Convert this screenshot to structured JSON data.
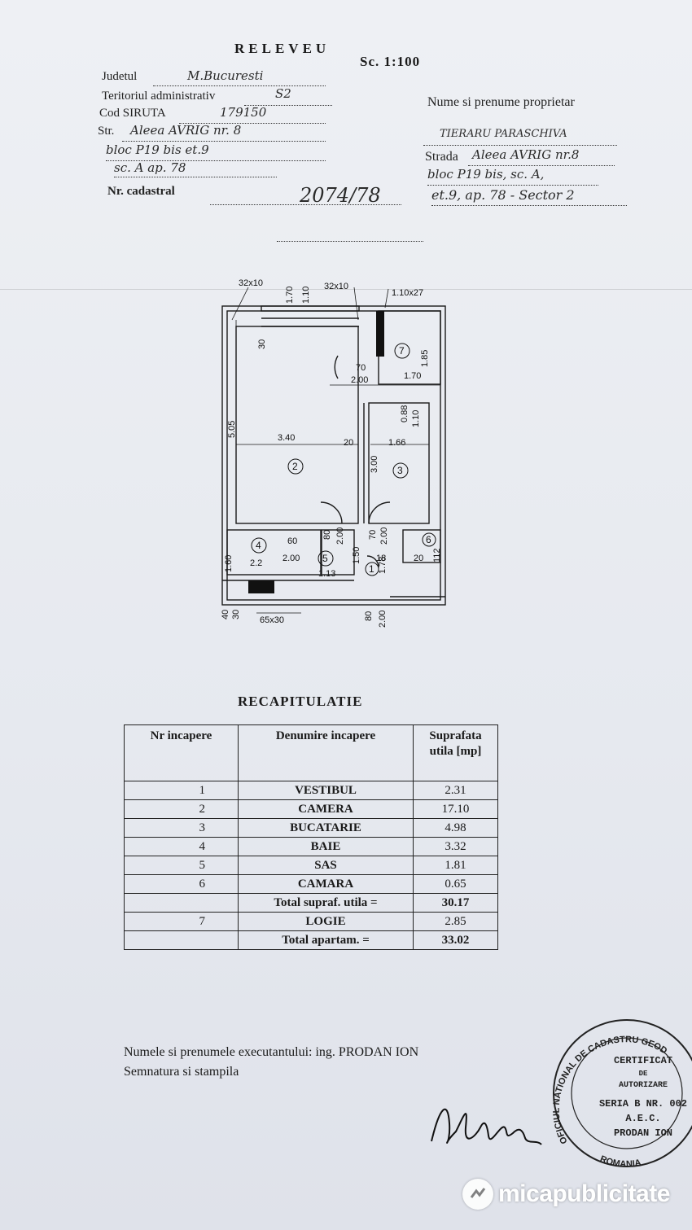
{
  "header": {
    "title": "RELEVEU",
    "scale": "Sc. 1:100"
  },
  "left_fields": [
    {
      "label": "Judetul",
      "value": "M.Bucuresti"
    },
    {
      "label": "Teritoriul administrativ",
      "value": "S2"
    },
    {
      "label": "Cod SIRUTA",
      "value": "179150"
    },
    {
      "label": "Str.",
      "value": "Aleea AVRIG nr. 8"
    },
    {
      "label": "",
      "value": "bloc P19 bis et.9"
    },
    {
      "label": "",
      "value": "sc. A ap. 78"
    },
    {
      "label": "Nr. cadastral",
      "value": "2074/78"
    }
  ],
  "right_fields": {
    "owner_label": "Nume si prenume proprietar",
    "owner_value": "TIERARU PARASCHIVA",
    "street_label": "Strada",
    "street_value": "Aleea AVRIG nr.8",
    "line2": "bloc P19 bis, sc. A,",
    "line3": "et.9, ap. 78 - Sector 2"
  },
  "plan_labels": {
    "d_top_left": "32x10",
    "d_170": "1.70",
    "d_110": "1.10",
    "d_top_mid": "32x10",
    "d_top_right": "1.10x27",
    "d_30": "30",
    "d_505": "5.05",
    "d_70": "70",
    "d_200a": "2.00",
    "d_170b": "1.70",
    "d_185": "1.85",
    "d_088": "0.88",
    "d_110b": "1.10",
    "d_340": "3.40",
    "d_20": "20",
    "d_166": "1.66",
    "d_300": "3.00",
    "d_160": "1.60",
    "d_22": "2.2",
    "d_60": "60",
    "d_200b": "2.00",
    "d_80": "80",
    "d_200c": "2.00",
    "d_70b": "70",
    "d_200d": "2.00",
    "d_113": "1.13",
    "d_150": "1.50",
    "d_18": "18",
    "d_178": "1.78",
    "d_20b": "20",
    "d_112": "112",
    "d_40": "40",
    "d_30b": "30",
    "d_65x30": "65x30",
    "d_80b": "80",
    "d_200e": "2.00",
    "r1": "1",
    "r2": "2",
    "r3": "3",
    "r4": "4",
    "r5": "5",
    "r6": "6",
    "r7": "7"
  },
  "recap": {
    "title": "RECAPITULATIE",
    "headers": [
      "Nr incapere",
      "Denumire incapere",
      "Suprafata utila [mp]"
    ],
    "rows": [
      {
        "nr": "1",
        "name": "VESTIBUL",
        "area": "2.31"
      },
      {
        "nr": "2",
        "name": "CAMERA",
        "area": "17.10"
      },
      {
        "nr": "3",
        "name": "BUCATARIE",
        "area": "4.98"
      },
      {
        "nr": "4",
        "name": "BAIE",
        "area": "3.32"
      },
      {
        "nr": "5",
        "name": "SAS",
        "area": "1.81"
      },
      {
        "nr": "6",
        "name": "CAMARA",
        "area": "0.65"
      },
      {
        "nr": "",
        "name": "Total supraf. utila =",
        "area": "30.17"
      },
      {
        "nr": "7",
        "name": "LOGIE",
        "area": "2.85"
      },
      {
        "nr": "",
        "name": "Total apartam. =",
        "area": "33.02"
      }
    ]
  },
  "footer": {
    "executor": "Numele si prenumele executantului: ing. PRODAN ION",
    "signature_label": "Semnatura si stampila"
  },
  "stamp": {
    "ring_text": "OFICIUL NATIONAL DE CADASTRU GEOD",
    "bottom_text": "ROMANIA",
    "line1": "CERTIFICAT",
    "line2": "DE",
    "line3": "AUTORIZARE",
    "line4": "SERIA B NR. 002",
    "line5": "A.E.C.",
    "line6": "PRODAN ION"
  },
  "watermark": {
    "text": "micapublicitate"
  }
}
